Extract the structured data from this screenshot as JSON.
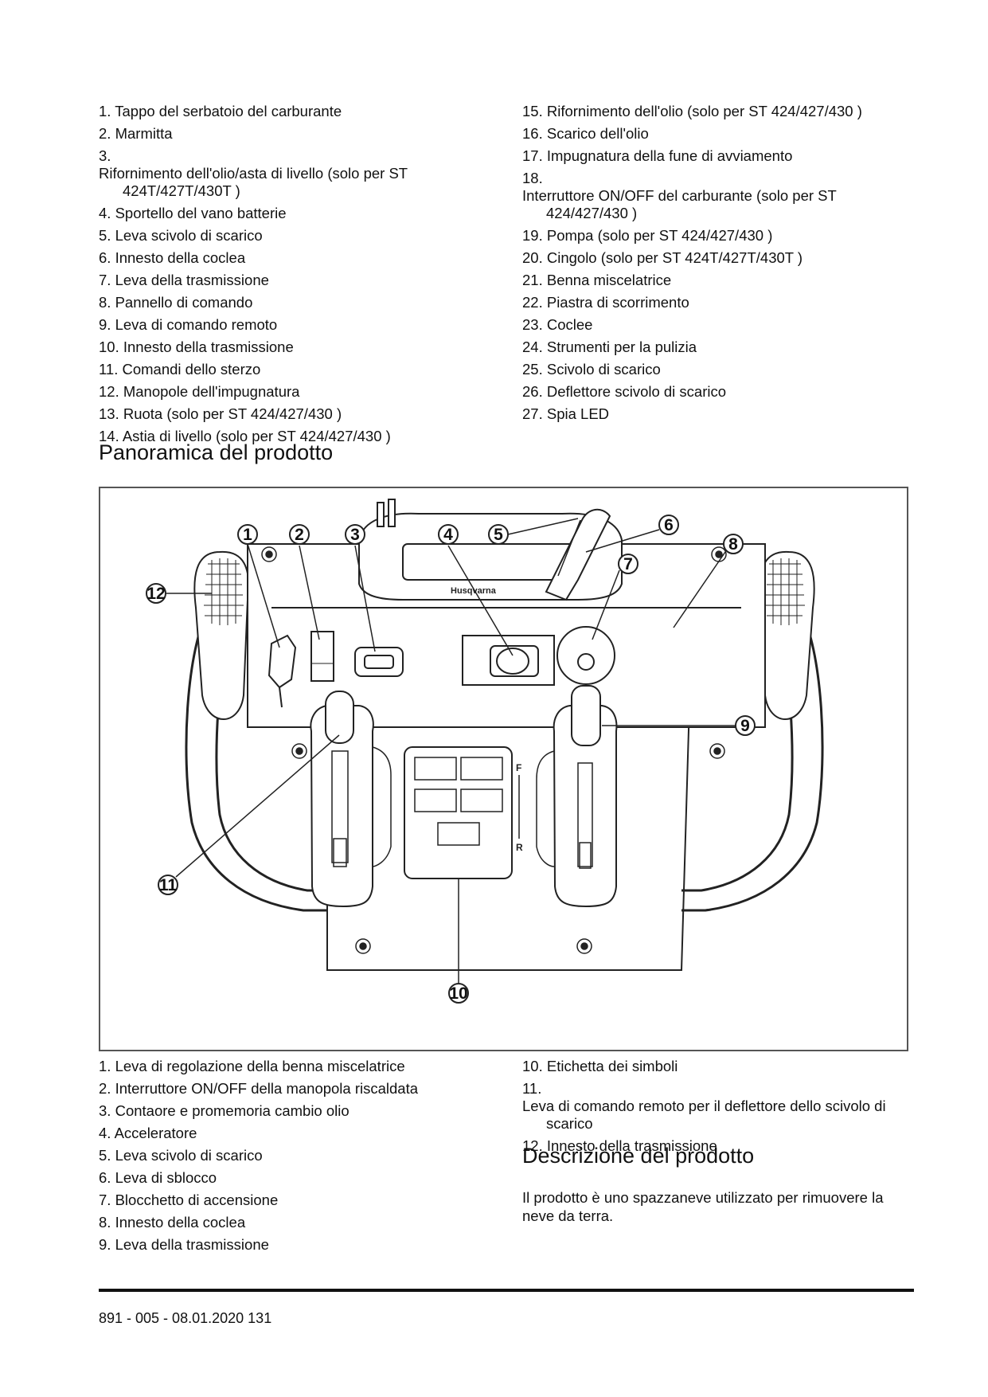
{
  "top_list": {
    "left": [
      {
        "num": "1.",
        "text": "Tappo del serbatoio del carburante"
      },
      {
        "num": "2.",
        "text": "Marmitta"
      },
      {
        "num": "3.",
        "text": "Rifornimento dell'olio/asta di livello (solo per ST 424T/427T/430T )"
      },
      {
        "num": "4.",
        "text": "Sportello del vano batterie"
      },
      {
        "num": "5.",
        "text": "Leva scivolo di scarico"
      },
      {
        "num": "6.",
        "text": "Innesto della coclea"
      },
      {
        "num": "7.",
        "text": "Leva della trasmissione"
      },
      {
        "num": "8.",
        "text": "Pannello di comando"
      },
      {
        "num": "9.",
        "text": "Leva di comando remoto"
      },
      {
        "num": "10.",
        "text": "Innesto della trasmissione"
      },
      {
        "num": "11.",
        "text": "Comandi dello sterzo"
      },
      {
        "num": "12.",
        "text": "Manopole dell'impugnatura"
      },
      {
        "num": "13.",
        "text": "Ruota (solo per ST 424/427/430 )"
      },
      {
        "num": "14.",
        "text": "Astia di livello (solo per ST 424/427/430 )"
      }
    ],
    "right": [
      {
        "num": "15.",
        "text": "Rifornimento dell'olio (solo per ST 424/427/430 )"
      },
      {
        "num": "16.",
        "text": "Scarico dell'olio"
      },
      {
        "num": "17.",
        "text": "Impugnatura della fune di avviamento"
      },
      {
        "num": "18.",
        "text": "Interruttore ON/OFF del carburante (solo per ST 424/427/430 )"
      },
      {
        "num": "19.",
        "text": "Pompa (solo per ST 424/427/430 )"
      },
      {
        "num": "20.",
        "text": "Cingolo (solo per ST 424T/427T/430T )"
      },
      {
        "num": "21.",
        "text": "Benna miscelatrice"
      },
      {
        "num": "22.",
        "text": "Piastra di scorrimento"
      },
      {
        "num": "23.",
        "text": "Coclee"
      },
      {
        "num": "24.",
        "text": "Strumenti per la pulizia"
      },
      {
        "num": "25.",
        "text": "Scivolo di scarico"
      },
      {
        "num": "26.",
        "text": "Deflettore scivolo di scarico"
      },
      {
        "num": "27.",
        "text": "Spia LED"
      }
    ]
  },
  "section_overview": {
    "title": "Panoramica del prodotto"
  },
  "figure": {
    "brand_label": "Husqvarna",
    "gear_labels": {
      "forward": "F",
      "reverse": "R"
    },
    "callouts": [
      "1",
      "2",
      "3",
      "4",
      "5",
      "6",
      "7",
      "8",
      "9",
      "10",
      "11",
      "12"
    ]
  },
  "bottom_list": {
    "left": [
      {
        "num": "1.",
        "text": "Leva di regolazione della benna miscelatrice"
      },
      {
        "num": "2.",
        "text": "Interruttore ON/OFF della manopola riscaldata"
      },
      {
        "num": "3.",
        "text": "Contaore e promemoria cambio olio"
      },
      {
        "num": "4.",
        "text": "Acceleratore"
      },
      {
        "num": "5.",
        "text": "Leva scivolo di scarico"
      },
      {
        "num": "6.",
        "text": "Leva di sblocco"
      },
      {
        "num": "7.",
        "text": "Blocchetto di accensione"
      },
      {
        "num": "8.",
        "text": "Innesto della coclea"
      },
      {
        "num": "9.",
        "text": "Leva della trasmissione"
      }
    ],
    "right": [
      {
        "num": "10.",
        "text": "Etichetta dei simboli"
      },
      {
        "num": "11.",
        "text": "Leva di comando remoto per il deflettore dello scivolo di scarico"
      },
      {
        "num": "12.",
        "text": "Innesto della trasmissione"
      }
    ]
  },
  "section_description": {
    "title": "Descrizione del prodotto",
    "text": "Il prodotto è uno spazzaneve utilizzato per rimuovere la neve da terra."
  },
  "footer": {
    "doc_code": "891 - 005 - 08.01.2020",
    "page_number": "131"
  }
}
